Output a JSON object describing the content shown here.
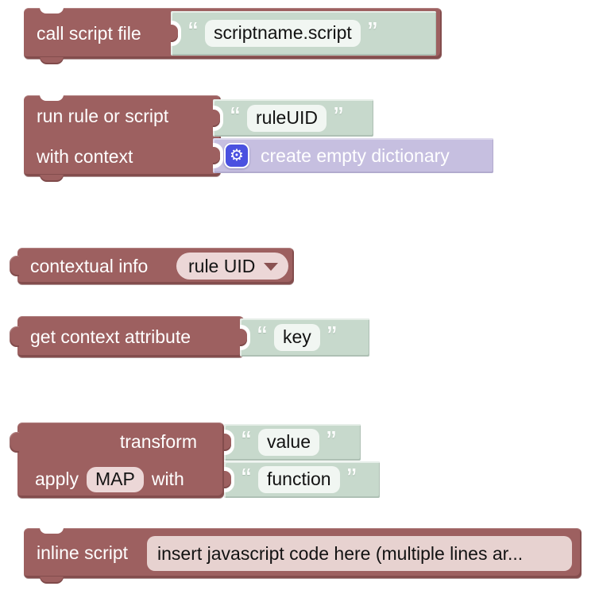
{
  "workspace": {
    "background": "#ffffff"
  },
  "colors": {
    "block_body": "#9d6060",
    "string_block": "#c7d9cc",
    "dictionary_block": "#c6bfe0",
    "text_field_pill": "#f1f6f2",
    "dropdown_field": "#ecd7d7",
    "inline_code_field": "#e7d2d0",
    "gear_tile": "#4a51e0",
    "label_text": "#ffffff"
  },
  "quotes": {
    "open": "“",
    "close": "”"
  },
  "icons": {
    "gear": "⚙"
  },
  "blocks": {
    "call_script_file": {
      "label": "call script file",
      "value": "scriptname.script"
    },
    "run_rule_or_script": {
      "label_row1": "run rule or script",
      "label_row2": "with context",
      "rule_uid": "ruleUID",
      "context_value": "create empty dictionary"
    },
    "contextual_info": {
      "label": "contextual info",
      "dropdown_selected": "rule UID"
    },
    "get_context_attribute": {
      "label": "get context attribute",
      "key": "key"
    },
    "transform": {
      "label_row1": "transform",
      "row2_prefix": "apply",
      "transformation": "MAP",
      "row2_suffix": "with",
      "value": "value",
      "function": "function"
    },
    "inline_script": {
      "label": "inline script",
      "code": "insert javascript code here (multiple lines ar..."
    }
  }
}
